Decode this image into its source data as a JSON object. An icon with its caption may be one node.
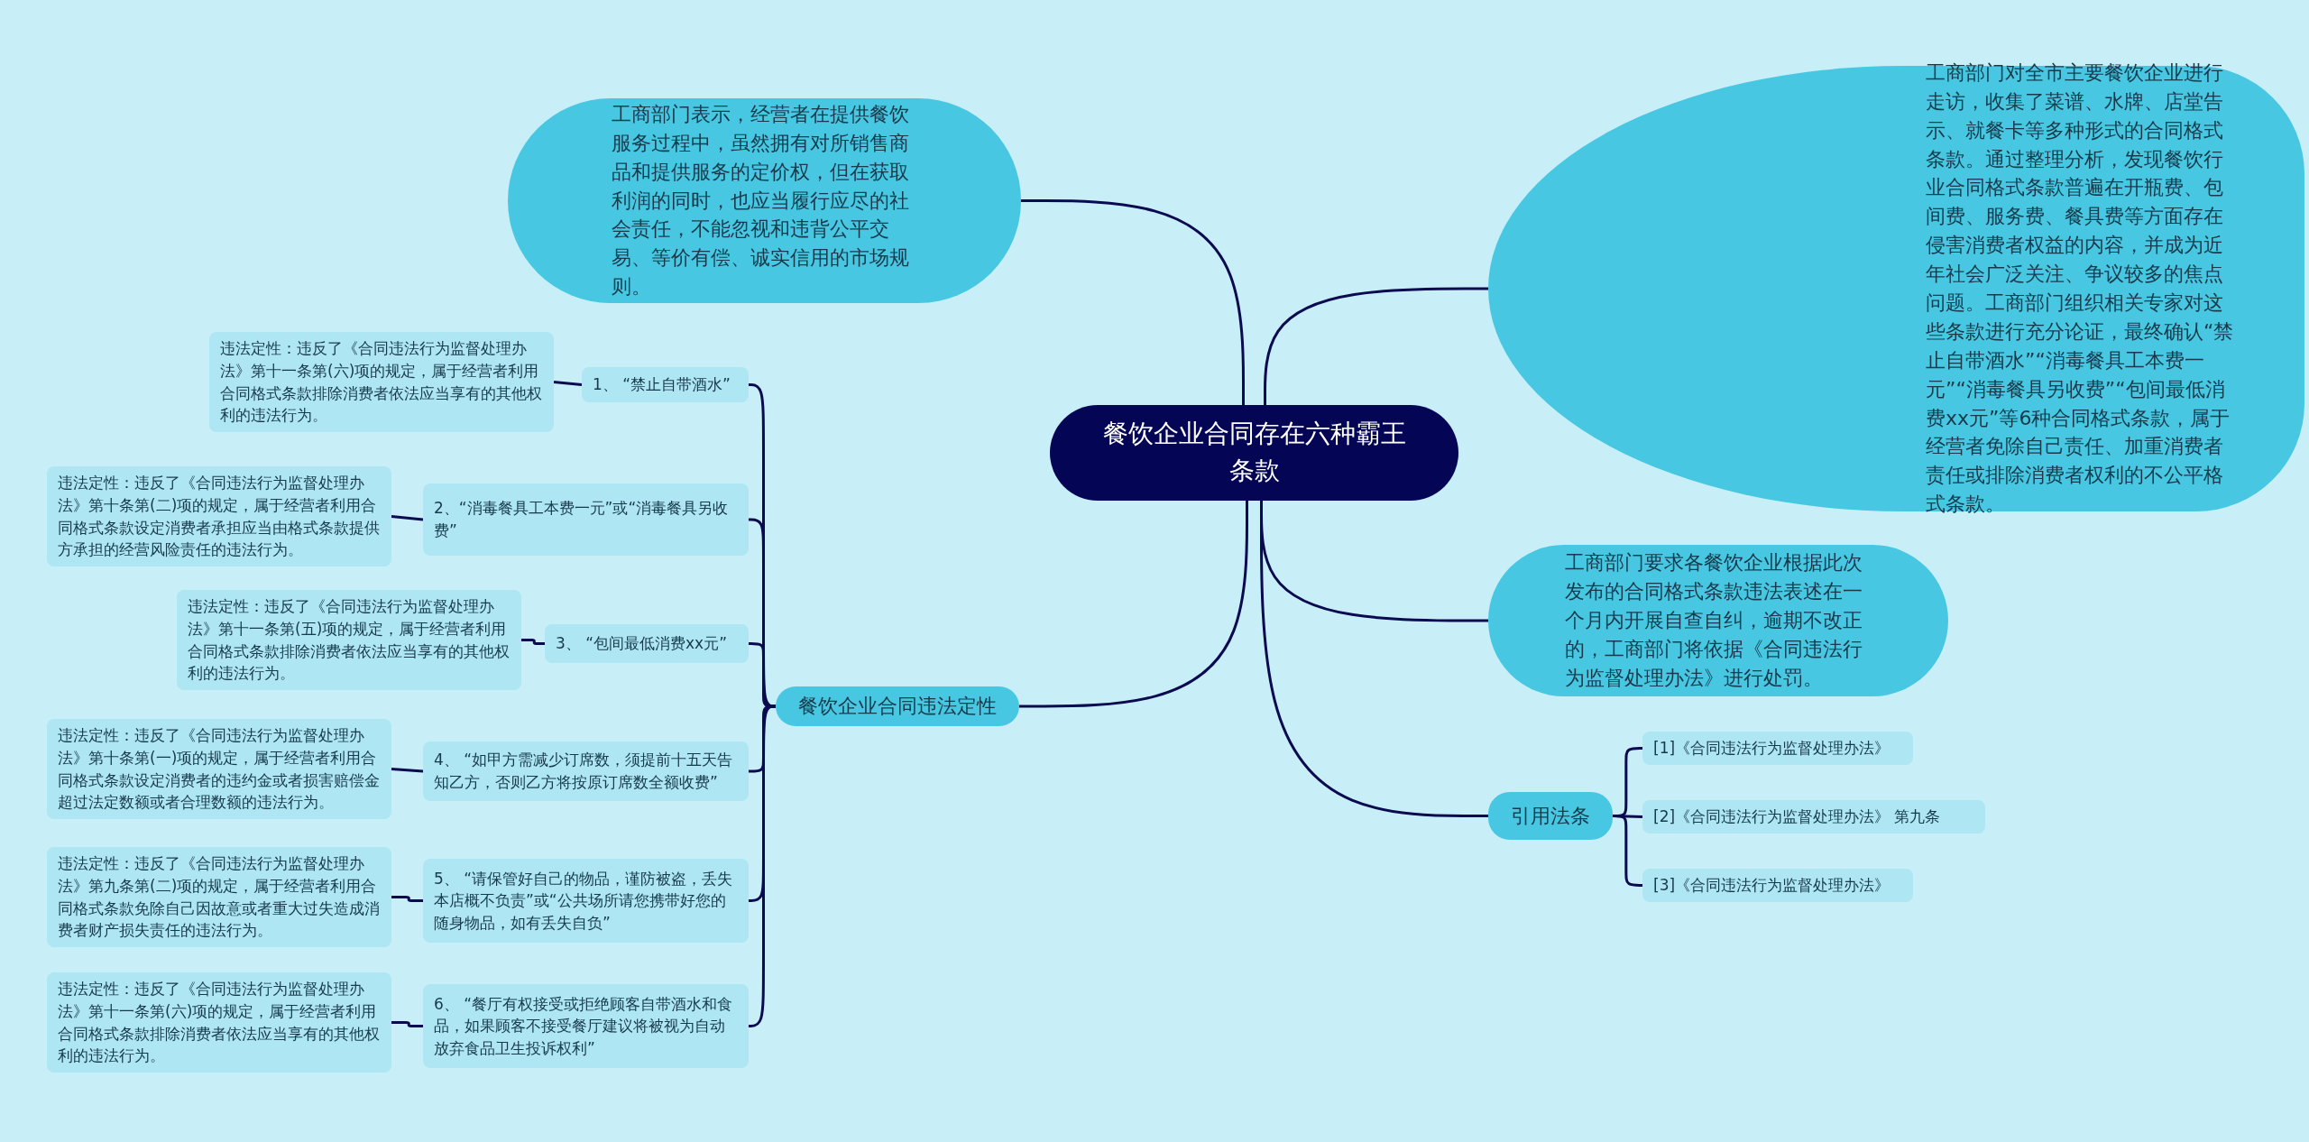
{
  "diagram": {
    "nodes": [
      {
        "text": [
          "餐饮企业合同存在六种霸王条款"
        ]
      },
      {
        "text": [
          "工商部门表示，经营者在提供餐饮服务过程中，虽然拥有对所销售商品和提供服务的定价权，但在获取利润的同时，也应当履行应尽的社会责任，不能忽视和违背公平交易、等价有偿、诚实信用的市场规则。"
        ]
      },
      {
        "text": [
          "工商部门对全市主要餐饮企业进行走访，收集了菜谱、水牌、店堂告示、就餐卡等多种形式的合同格式条款。通过整理分析，发现餐饮行业合同格式条款普遍在开瓶费、包间费、服务费、餐具费等方面存在侵害消费者权益的内容，并成为近年社会广泛关注、争议较多的焦点问题。工商部门组织相关专家对这些条款进行充分论证，最终确认“禁止自带酒水”“消毒餐具工本费一元”“消毒餐具另收费”“包间最低消费xx元”等6种合同格式条款，属于经营者免除自己责任、加重消费者责任或排除消费者权利的不公平格式条款。"
        ]
      },
      {
        "text": [
          "工商部门要求各餐饮企业根据此次发布的合同格式条款违法表述在一个月内开展自查自纠，逾期不改正的，工商部门将依据《合同违法行为监督处理办法》进行处罚。"
        ]
      },
      {
        "text": [
          "引用法条"
        ]
      },
      {
        "text": [
          "[1]《合同违法行为监督处理办法》"
        ]
      },
      {
        "text": [
          "[2]《合同违法行为监督处理办法》 第九条"
        ]
      },
      {
        "text": [
          "[3]《合同违法行为监督处理办法》"
        ]
      },
      {
        "text": [
          "餐饮企业合同违法定性"
        ]
      },
      {
        "text": [
          "1、 “禁止自带酒水”"
        ]
      },
      {
        "text": [
          "违法定性：违反了《合同违法行为监督处理办法》第十一条第(六)项的规定，属于经营者利用合同格式条款排除消费者依法应当享有的其他权利的违法行为。"
        ]
      },
      {
        "text": [
          "2、“消毒餐具工本费一元”或“消毒餐具另收费”"
        ]
      },
      {
        "text": [
          "违法定性：违反了《合同违法行为监督处理办法》第十条第(二)项的规定，属于经营者利用合同格式条款设定消费者承担应当由格式条款提供方承担的经营风险责任的违法行为。"
        ]
      },
      {
        "text": [
          "3、 “包间最低消费xx元”"
        ]
      },
      {
        "text": [
          "违法定性：违反了《合同违法行为监督处理办法》第十一条第(五)项的规定，属于经营者利用合同格式条款排除消费者依法应当享有的其他权利的违法行为。"
        ]
      },
      {
        "text": [
          "4、 “如甲方需减少订席数，须提前十五天告知乙方，否则乙方将按原订席数全额收费”"
        ]
      },
      {
        "text": [
          "违法定性：违反了《合同违法行为监督处理办法》第十条第(一)项的规定，属于经营者利用合同格式条款设定消费者的违约金或者损害赔偿金超过法定数额或者合理数额的违法行为。"
        ]
      },
      {
        "text": [
          "5、 “请保管好自己的物品，谨防被盗，丢失本店概不负责”或“公共场所请您携带好您的随身物品，如有丢失自负”"
        ]
      },
      {
        "text": [
          "违法定性：违反了《合同违法行为监督处理办法》第九条第(二)项的规定，属于经营者利用合同格式条款免除自己因故意或者重大过失造成消费者财产损失责任的违法行为。"
        ]
      },
      {
        "text": [
          "6、 “餐厅有权接受或拒绝顾客自带酒水和食品，如果顾客不接受餐厅建议将被视为自动放弃食品卫生投诉权利”"
        ]
      },
      {
        "text": [
          "违法定性：违反了《合同违法行为监督处理办法》第十一条第(六)项的规定，属于经营者利用合同格式条款排除消费者依法应当享有的其他权利的违法行为。"
        ]
      }
    ],
    "edges": [
      {
        "from": 0,
        "to": 1,
        "arrow": "none"
      },
      {
        "from": 0,
        "to": 2,
        "arrow": "none"
      },
      {
        "from": 0,
        "to": 3,
        "arrow": "none"
      },
      {
        "from": 0,
        "to": 4,
        "arrow": "none"
      },
      {
        "from": 4,
        "to": 5,
        "arrow": "none"
      },
      {
        "from": 4,
        "to": 6,
        "arrow": "none"
      },
      {
        "from": 4,
        "to": 7,
        "arrow": "none"
      },
      {
        "from": 0,
        "to": 8,
        "arrow": "none"
      },
      {
        "from": 8,
        "to": 9,
        "arrow": "none"
      },
      {
        "from": 9,
        "to": 10,
        "arrow": "none"
      },
      {
        "from": 8,
        "to": 11,
        "arrow": "none"
      },
      {
        "from": 11,
        "to": 12,
        "arrow": "none"
      },
      {
        "from": 8,
        "to": 13,
        "arrow": "none"
      },
      {
        "from": 13,
        "to": 14,
        "arrow": "none"
      },
      {
        "from": 8,
        "to": 15,
        "arrow": "none"
      },
      {
        "from": 15,
        "to": 16,
        "arrow": "none"
      },
      {
        "from": 8,
        "to": 17,
        "arrow": "none"
      },
      {
        "from": 17,
        "to": 18,
        "arrow": "none"
      },
      {
        "from": 8,
        "to": 19,
        "arrow": "none"
      },
      {
        "from": 19,
        "to": 20,
        "arrow": "none"
      }
    ]
  }
}
